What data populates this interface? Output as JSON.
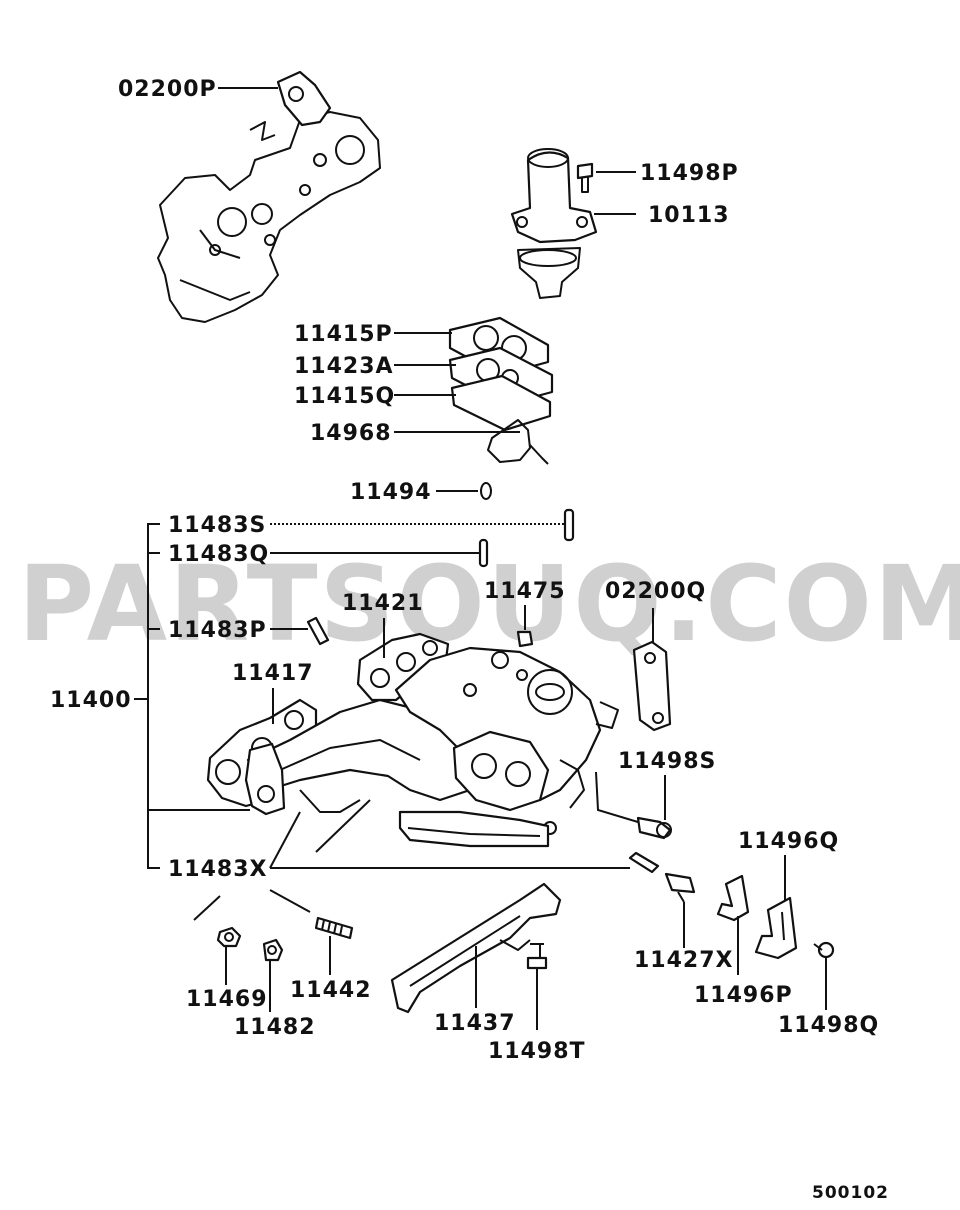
{
  "watermark": "PARTSOUQ.COM",
  "diagram_id": "500102",
  "labels": {
    "l02200P": "02200P",
    "l11498P": "11498P",
    "l10113": "10113",
    "l11415P": "11415P",
    "l11423A": "11423A",
    "l11415Q": "11415Q",
    "l14968": "14968",
    "l11494": "11494",
    "l11483S": "11483S",
    "l11483Q": "11483Q",
    "l11475": "11475",
    "l02200Q": "02200Q",
    "l11421": "11421",
    "l11483P": "11483P",
    "l11417": "11417",
    "l11400": "11400",
    "l11498S": "11498S",
    "l11496Q": "11496Q",
    "l11483X": "11483X",
    "l11427X": "11427X",
    "l11496P": "11496P",
    "l11442": "11442",
    "l11469": "11469",
    "l11482": "11482",
    "l11437": "11437",
    "l11498T": "11498T",
    "l11498Q": "11498Q"
  }
}
